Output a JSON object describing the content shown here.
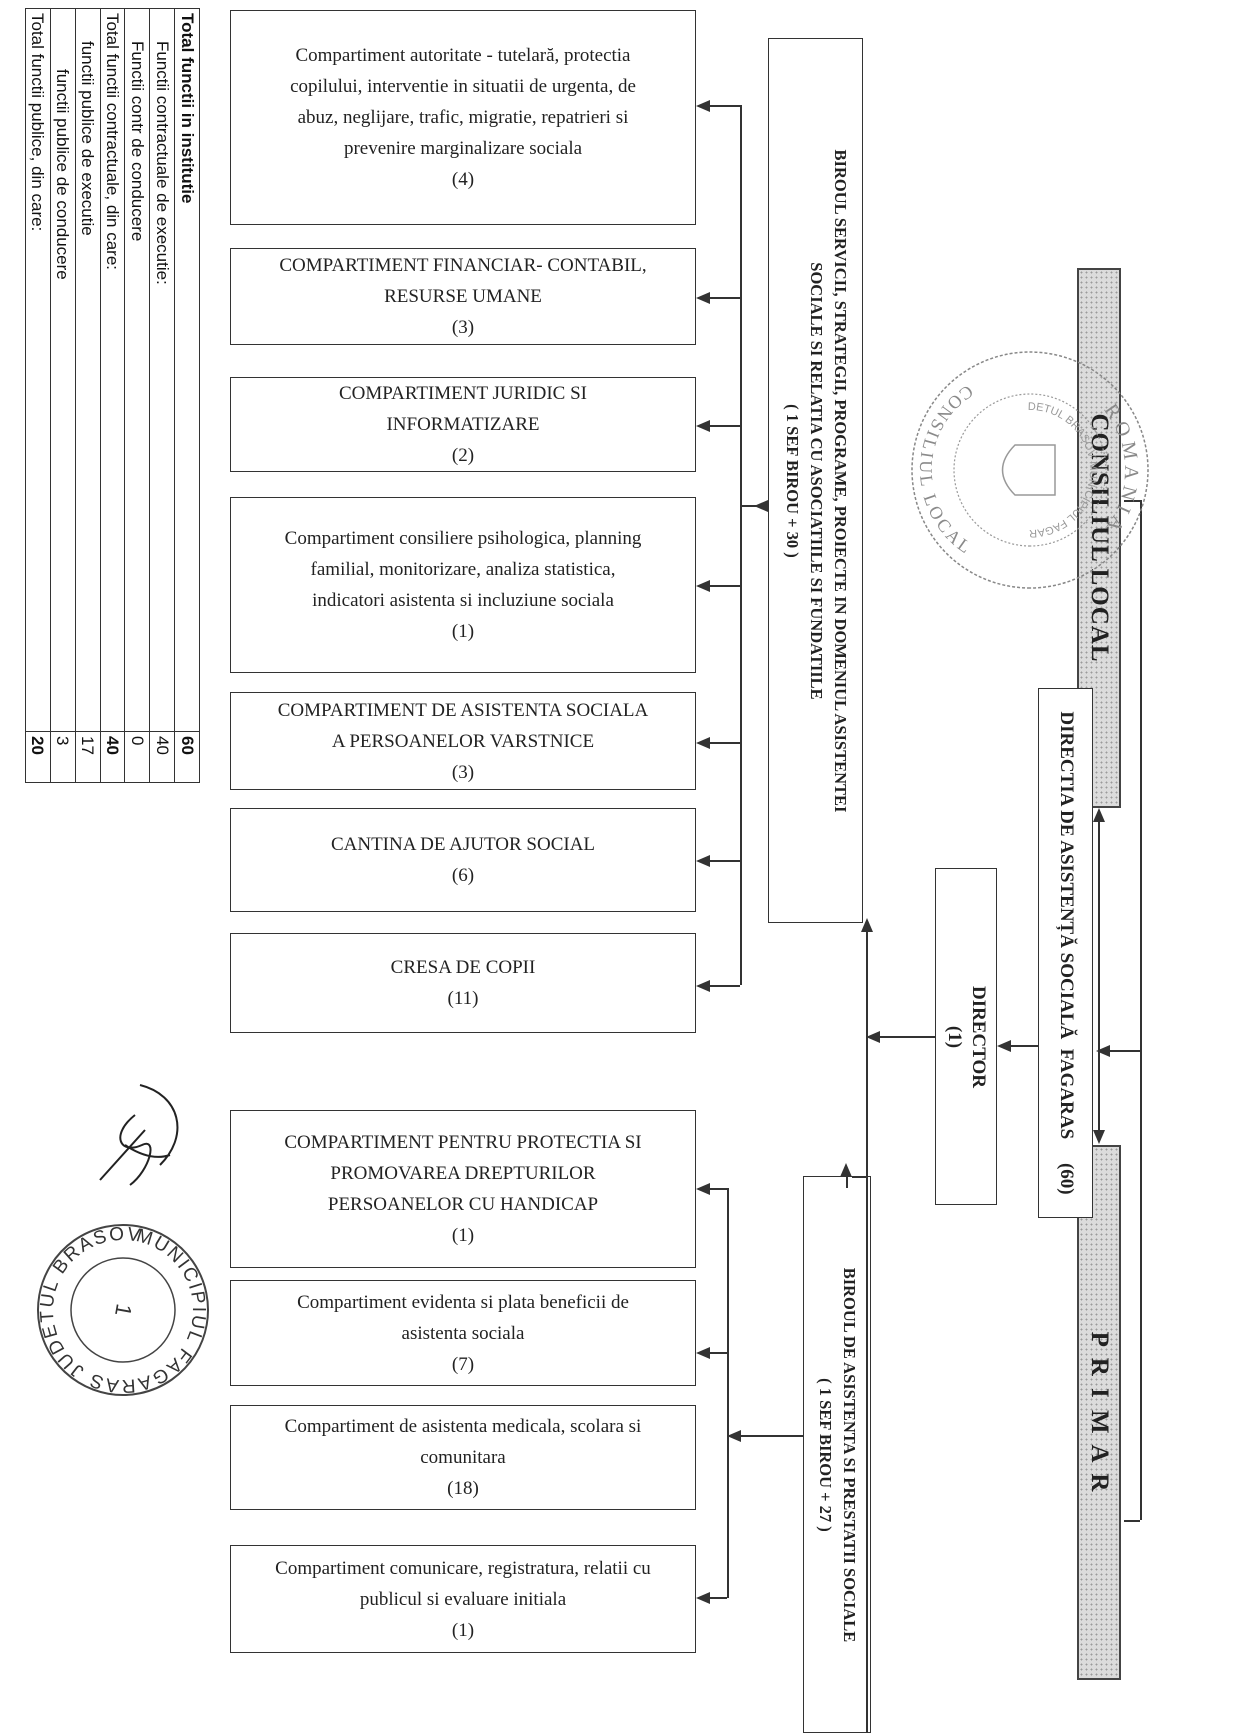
{
  "council": "CONSILIUL LOCAL",
  "mayor": "P R I M A R",
  "directorate": {
    "name": "DIRECTIA DE ASISTENȚĂ SOCIALĂ  FAGARAS",
    "count": "(60)"
  },
  "director": {
    "title": "DIRECTOR",
    "count": "(1)"
  },
  "office_services": {
    "line1": "BIROUL SERVICII, STRATEGII, PROGRAME, PROIECTE IN DOMENIUL ASISTENTEI",
    "line2": "SOCIALE SI RELATIA CU ASOCIATIILE SI FUNDATIILE",
    "line3": "( 1 SEF BIROU + 30 )"
  },
  "office_benefits": {
    "line1": "BIROUL DE ASISTENTA SI PRESTATII SOCIALE",
    "line2": "( 1 SEF BIROU + 27 )"
  },
  "compartments_services": [
    {
      "lines": [
        "Compartiment autoritate - tutelară, protectia",
        "copilului, interventie in situatii de urgenta, de",
        "abuz, neglijare, trafic, migratie, repatrieri si",
        "prevenire marginalizare sociala"
      ],
      "count": "(4)"
    },
    {
      "lines": [
        "COMPARTIMENT FINANCIAR- CONTABIL,",
        "RESURSE UMANE"
      ],
      "count": "(3)"
    },
    {
      "lines": [
        "COMPARTIMENT JURIDIC SI",
        "INFORMATIZARE"
      ],
      "count": "(2)"
    },
    {
      "lines": [
        "Compartiment consiliere psihologica, planning",
        "familial, monitorizare, analiza statistica,",
        "indicatori asistenta si incluziune sociala"
      ],
      "count": "(1)"
    },
    {
      "lines": [
        "COMPARTIMENT DE ASISTENTA SOCIALA",
        "A PERSOANELOR VARSTNICE"
      ],
      "count": "(3)"
    },
    {
      "lines": [
        "CANTINA DE AJUTOR SOCIAL"
      ],
      "count": "(6)"
    },
    {
      "lines": [
        "CRESA DE COPII"
      ],
      "count": "(11)"
    }
  ],
  "compartments_benefits": [
    {
      "lines": [
        "COMPARTIMENT PENTRU PROTECTIA SI",
        "PROMOVAREA DREPTURILOR",
        "PERSOANELOR CU HANDICAP"
      ],
      "count": "(1)"
    },
    {
      "lines": [
        "Compartiment evidenta si plata beneficii de",
        "asistenta sociala"
      ],
      "count": "(7)"
    },
    {
      "lines": [
        "Compartiment de asistenta medicala, scolara si",
        "comunitara"
      ],
      "count": "(18)"
    },
    {
      "lines": [
        "Compartiment comunicare, registratura, relatii cu",
        "publicul si evaluare initiala"
      ],
      "count": "(1)"
    }
  ],
  "totals": [
    {
      "label": "Total functii publice, din care:",
      "value": "20",
      "bold_value": true,
      "bold_label": false,
      "indent": 0
    },
    {
      "label": "functii publice de conducere",
      "value": "3",
      "bold_value": false,
      "bold_label": false,
      "indent": 2
    },
    {
      "label": "functii publice de executie",
      "value": "17",
      "bold_value": false,
      "bold_label": false,
      "indent": 1
    },
    {
      "label": "Total functii contractuale, din care:",
      "value": "40",
      "bold_value": true,
      "bold_label": false,
      "indent": 0
    },
    {
      "label": "Functii contr de conducere",
      "value": "0",
      "bold_value": false,
      "bold_label": false,
      "indent": 1
    },
    {
      "label": "Functii contractuale de executie:",
      "value": "40",
      "bold_value": false,
      "bold_label": false,
      "indent": 1
    },
    {
      "label": "Total functii in institutie",
      "value": "60",
      "bold_value": true,
      "bold_label": true,
      "indent": 0
    }
  ],
  "stamp_council": {
    "top": "ROMANIA",
    "bottom": "CONSILIUL LOCAL",
    "inner": "JUDETUL BRASOV MUNICIPIUL FAGARAS"
  },
  "stamp_municipality": {
    "text": "MUNICIPIUL FAGARAS JUDETUL BRASOV",
    "center": "1"
  }
}
